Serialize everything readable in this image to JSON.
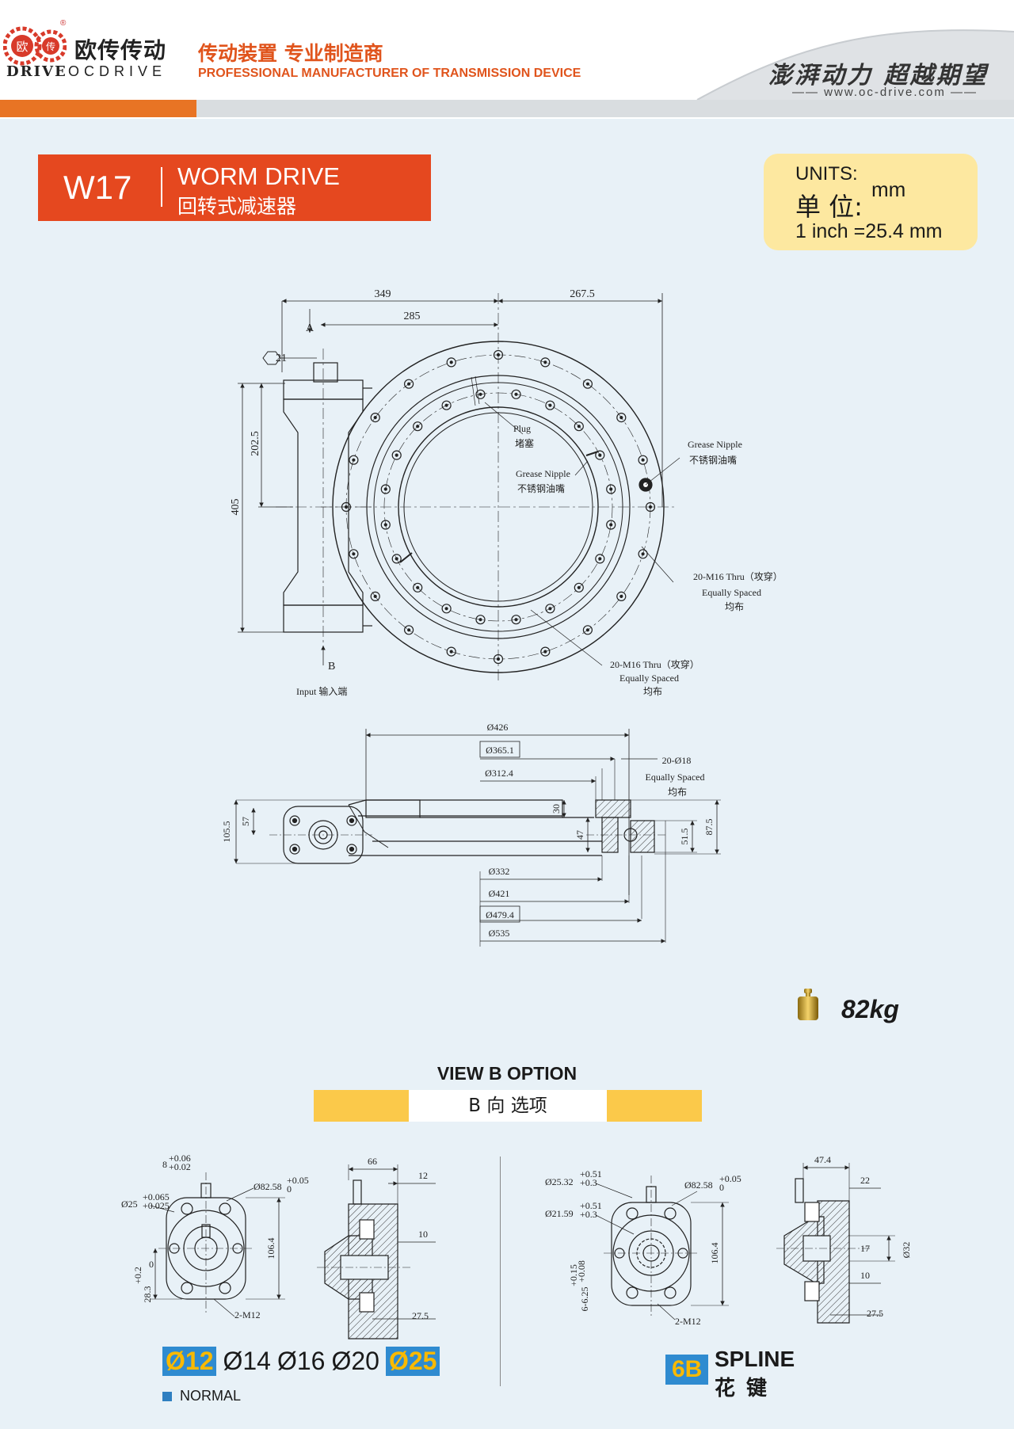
{
  "header": {
    "logo_cn": "欧传传动",
    "logo_en_left": "DRIVE",
    "logo_en_right": "OCDRIVE",
    "logo_badge_1": "欧",
    "logo_badge_2": "传",
    "registered": "®",
    "tagline_cn": "传动装置 专业制造商",
    "tagline_en": "PROFESSIONAL MANUFACTURER OF TRANSMISSION DEVICE",
    "slogan": "澎湃动力 超越期望",
    "website": "www.oc-drive.com",
    "colors": {
      "orange": "#e87424",
      "red": "#e5481f",
      "gray_bar": "#d9dde0"
    }
  },
  "title": {
    "model": "W17",
    "name_en": "WORM DRIVE",
    "name_cn": "回转式减速器"
  },
  "units": {
    "label_en": "UNITS:",
    "label_cn": "单 位:",
    "unit": "mm",
    "conversion": "1 inch =25.4 mm"
  },
  "top_view": {
    "dim_349": "349",
    "dim_267_5": "267.5",
    "dim_285": "285",
    "label_a": "A",
    "hex_21": "21",
    "dim_202_5": "202.5",
    "dim_405": "405",
    "plug_en": "Plug",
    "plug_cn": "堵塞",
    "grease_inner_en": "Grease Nipple",
    "grease_inner_cn": "不锈钢油嘴",
    "grease_outer_en": "Grease Nipple",
    "grease_outer_cn": "不锈钢油嘴",
    "thread_right_1": "20-M16 Thru（攻穿）",
    "thread_right_2": "Equally Spaced",
    "thread_right_3": "均布",
    "thread_bottom_1": "20-M16 Thru（攻穿）",
    "thread_bottom_2": "Equally Spaced",
    "thread_bottom_3": "均布",
    "label_b": "B",
    "input_label": "Input 输入端"
  },
  "side_view": {
    "d426": "Ø426",
    "d365": "Ø365.1",
    "d312": "Ø312.4",
    "holes_1": "20-Ø18",
    "holes_2": "Equally Spaced",
    "holes_3": "均布",
    "h105": "105.5",
    "h57": "57",
    "h30": "30",
    "h47": "47",
    "h51": "51.5",
    "h87": "87.5",
    "d332": "Ø332",
    "d421": "Ø421",
    "d479": "Ø479.4",
    "d535": "Ø535"
  },
  "weight": "82kg",
  "view_b": {
    "title_en": "VIEW B OPTION",
    "title_cn": "B 向 选项"
  },
  "option_normal": {
    "key": "8",
    "key_tol_up": "+0.06",
    "key_tol_dn": "+0.02",
    "shaft": "Ø25",
    "shaft_tol_up": "+0.065",
    "shaft_tol_dn": "+0.025",
    "pilot": "Ø82.58",
    "pilot_tol_up": "+0.05",
    "pilot_tol_dn": "0",
    "h106": "106.4",
    "h28": "28.3",
    "h28_tol_up": "+0.2",
    "h28_tol_dn": "0",
    "bolts": "2-M12",
    "s66": "66",
    "s12": "12",
    "s10": "10",
    "s27": "27.5",
    "sizes": [
      "Ø12",
      "Ø14",
      "Ø16",
      "Ø20",
      "Ø25"
    ],
    "normal_label": "NORMAL"
  },
  "option_spline": {
    "d25": "Ø25.32",
    "d25_tol_up": "+0.51",
    "d25_tol_dn": "+0.3",
    "d21": "Ø21.59",
    "d21_tol_up": "+0.51",
    "d21_tol_dn": "+0.3",
    "pilot": "Ø82.58",
    "pilot_tol_up": "+0.05",
    "pilot_tol_dn": "0",
    "spl": "6-6.25",
    "spl_tol_up": "+0.15",
    "spl_tol_dn": "+0.08",
    "h106": "106.4",
    "bolts": "2-M12",
    "s47": "47.4",
    "s22": "22",
    "s17": "17",
    "s32": "Ø32",
    "s10": "10",
    "s27": "27.5",
    "code": "6B",
    "name_en": "SPLINE",
    "name_cn": "花键"
  }
}
